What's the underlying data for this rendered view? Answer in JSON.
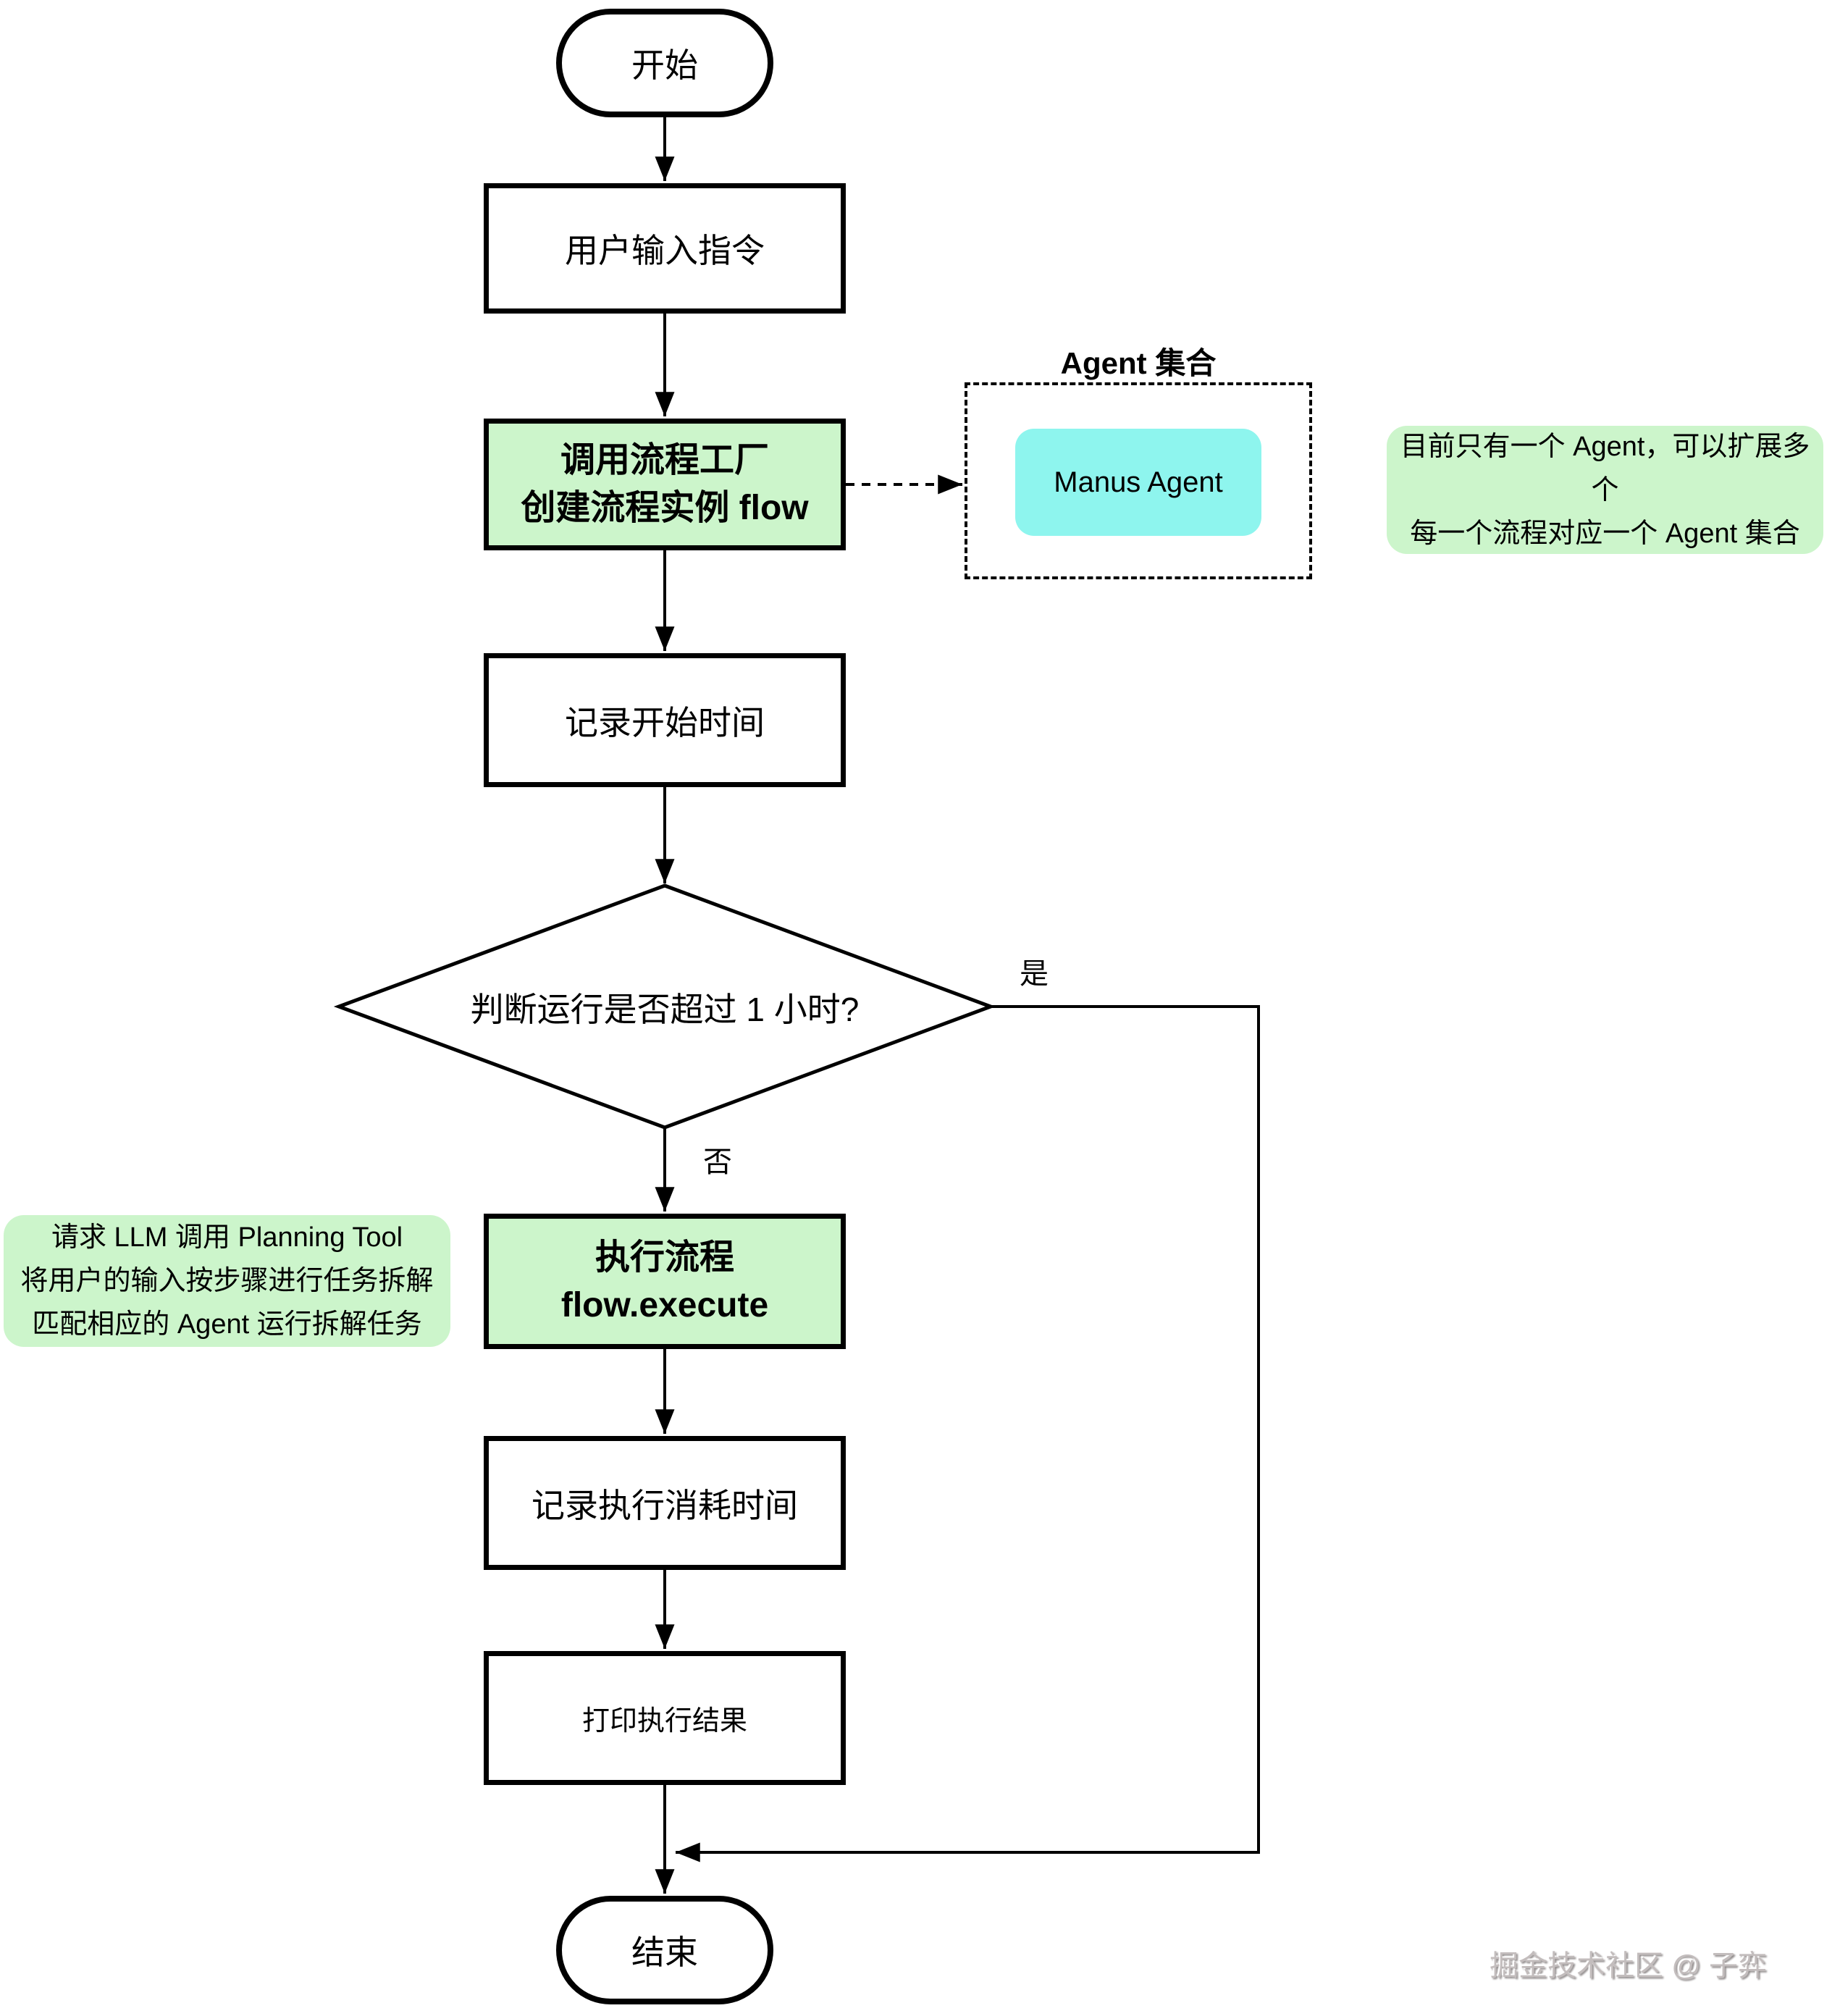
{
  "flowchart": {
    "nodes": {
      "start": "开始",
      "input": "用户输入指令",
      "create_flow_line1": "调用流程工厂",
      "create_flow_line2": "创建流程实例 flow",
      "record_start": "记录开始时间",
      "decision": "判断运行是否超过 1 小时?",
      "execute_line1": "执行流程",
      "execute_line2": "flow.execute",
      "record_elapsed": "记录执行消耗时间",
      "print_result": "打印执行结果",
      "end": "结束"
    },
    "labels": {
      "yes": "是",
      "no": "否",
      "agent_group_title": "Agent 集合",
      "manus_agent": "Manus Agent"
    },
    "notes": {
      "agent_note_line1": "目前只有一个 Agent，可以扩展多个",
      "agent_note_line2": "每一个流程对应一个 Agent 集合",
      "plan_note_line1": "请求 LLM 调用 Planning Tool",
      "plan_note_line2": "将用户的输入按步骤进行任务拆解",
      "plan_note_line3": "匹配相应的 Agent 运行拆解任务"
    },
    "watermark": "掘金技术社区 @ 子弈",
    "colors": {
      "node_fill_green": "#ccf5cb",
      "note_fill_green": "#ccf5cb",
      "agent_fill_cyan": "#8ef5ee",
      "line_color": "#000000",
      "watermark_color": "#c3bdbd"
    }
  }
}
